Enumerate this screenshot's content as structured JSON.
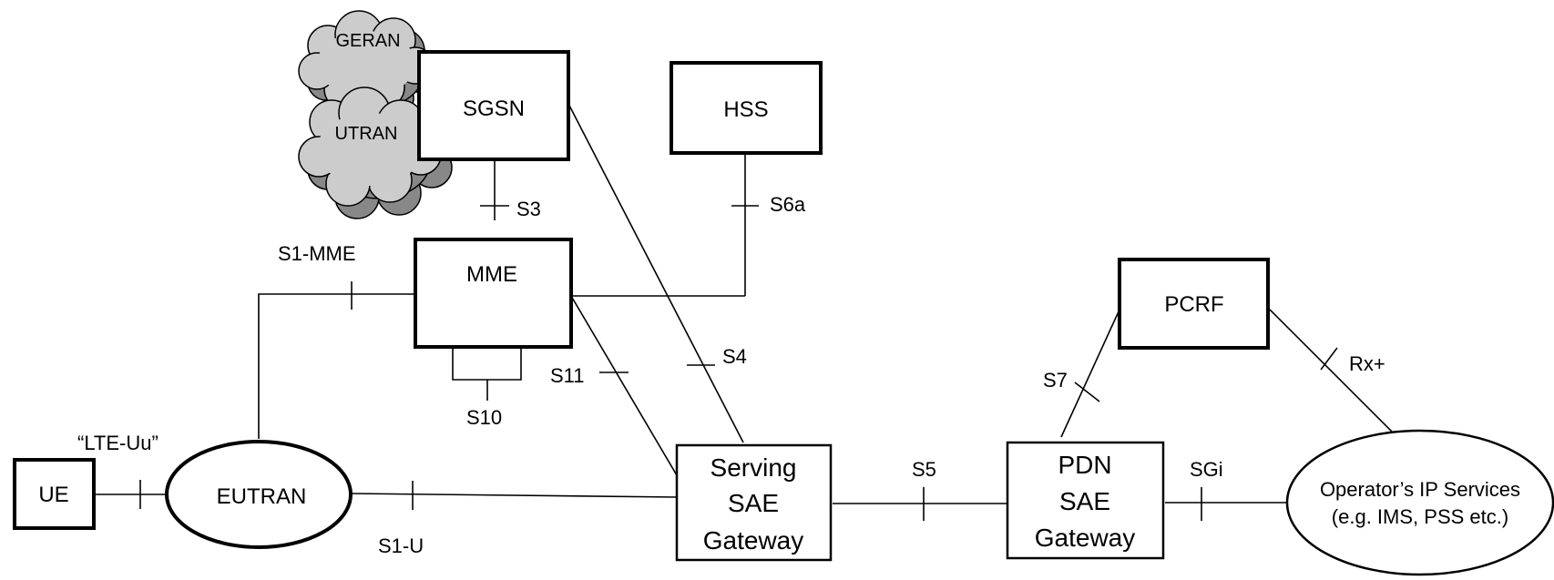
{
  "nodes": {
    "geran": "GERAN",
    "utran": "UTRAN",
    "sgsn": "SGSN",
    "hss": "HSS",
    "mme": "MME",
    "pcrf": "PCRF",
    "ue": "UE",
    "eutran": "EUTRAN",
    "serving_gw": [
      "Serving",
      "SAE",
      "Gateway"
    ],
    "pdn_gw": [
      "PDN",
      "SAE",
      "Gateway"
    ],
    "operator": [
      "Operator’s IP Services",
      "(e.g. IMS, PSS etc.)"
    ]
  },
  "interfaces": {
    "s3": "S3",
    "s6a": "S6a",
    "s1_mme": "S1-MME",
    "s10": "S10",
    "s11": "S11",
    "s4": "S4",
    "s7": "S7",
    "rx": "Rx+",
    "lte_uu": "“LTE-Uu”",
    "s1_u": "S1-U",
    "s5": "S5",
    "sgi": "SGi"
  },
  "colors": {
    "cloud_fill": "#cccccc",
    "cloud_shadow": "#888888",
    "stroke": "#000000"
  }
}
